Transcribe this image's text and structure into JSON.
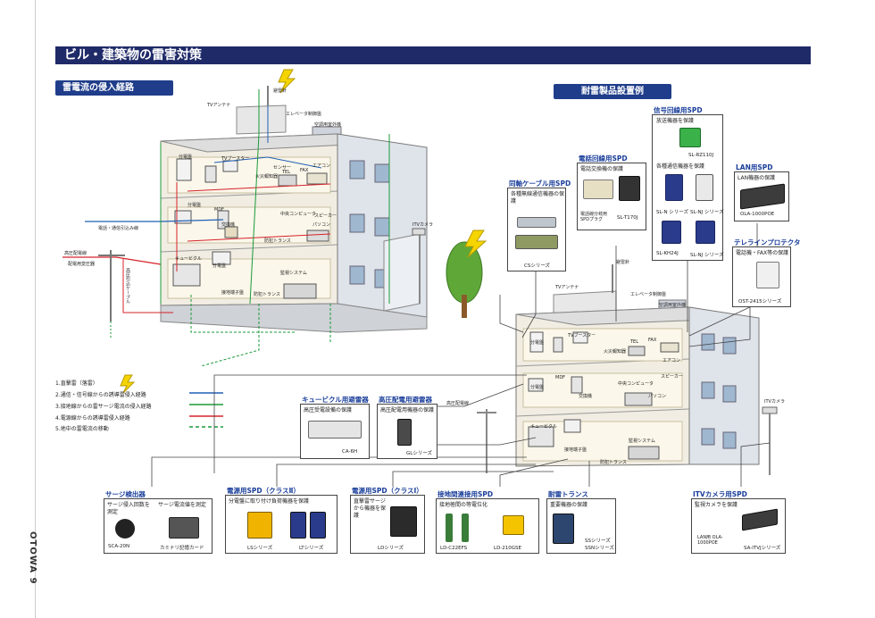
{
  "title": "ビル・建築物の雷害対策",
  "spine": "OTOWA  9",
  "sections": {
    "left": "雷電流の侵入経路",
    "right": "耐雷製品設置例"
  },
  "legend": [
    "1.直撃雷（落雷）",
    "2.通信・信号線からの誘導雷侵入経路",
    "3.接地線からの雷サージ電流の侵入経路",
    "4.電源線からの誘導雷侵入経路",
    "5.地中の雷電流の移動"
  ],
  "building_labels": {
    "tv_antenna": "TVアンテナ",
    "lightning_rod": "避雷針",
    "elevator": "エレベータ制御盤",
    "aircon_outdoor": "空調用室外機",
    "switchboard": "分電盤",
    "tv_booster": "TVブースター",
    "sensor": "センサー",
    "fire_alarm": "火災報知器",
    "tel": "TEL",
    "fax": "FAX",
    "aircon": "エアコン",
    "mdf": "MDF",
    "exchange": "交換機",
    "pc": "中央コンピュータ",
    "speaker": "スピーカー",
    "laptop": "パソコン",
    "monitor_room": "監視システム",
    "cubicle": "キュービクル",
    "ground_terminal": "接地端子盤",
    "itv": "ITVカメラ",
    "signal_wire": "電話・通信引込み線",
    "hv_line": "高圧配電線",
    "hv_cable": "高圧引込ケーブル",
    "distribution": "配電用変圧器",
    "security": "防犯トランス",
    "hv_distribution": "高圧配電線"
  },
  "products": {
    "coax": {
      "title": "同軸ケーブル用SPD",
      "desc": "各種無線通信機器の保護",
      "caption": "CSシリーズ"
    },
    "phone": {
      "title": "電話回線用SPD",
      "desc": "電話交換機の保護",
      "caption1": "電話線分岐用SPDプラグ",
      "caption2": "SL-T170J"
    },
    "signal": {
      "title": "信号回線用SPD",
      "desc1": "放送機器を保護",
      "desc2": "各種通信機器を保護",
      "c1": "SL-RZ110J",
      "c2": "SL-N シリーズ",
      "c3": "SL-NJ シリーズ",
      "c4": "SL-KH24J",
      "c5": "SL-NJ シリーズ"
    },
    "lan": {
      "title": "LAN用SPD",
      "desc": "LAN機器の保護",
      "caption": "OLA-1000POE"
    },
    "teleline": {
      "title": "テレラインプロテクタ",
      "desc": "電話機・FAX等の保護",
      "caption": "OST-2415シリーズ"
    },
    "cubicle": {
      "title": "キュービクル用避雷器",
      "desc": "高圧受電設備の保護",
      "caption": "CA-6H"
    },
    "hv": {
      "title": "高圧配電用避雷器",
      "desc": "高圧配電用機器の保護",
      "caption": "GLシリーズ"
    },
    "surge": {
      "title": "サージ検出器",
      "desc1": "サージ侵入回数を測定",
      "desc2": "サージ電流値を測定",
      "c1": "SCA-20N",
      "c2": "カミナリ記憶カード"
    },
    "power2": {
      "title": "電源用SPD（クラスⅡ）",
      "desc": "分電盤に取り付け負荷機器を保護",
      "c1": "LSシリーズ",
      "c2": "LTシリーズ"
    },
    "power1": {
      "title": "電源用SPD（クラスⅠ）",
      "desc": "直撃雷サージから機器を保護",
      "caption": "LDシリーズ"
    },
    "ground": {
      "title": "接地間連接用SPD",
      "desc": "接地極間の等電位化",
      "c1": "LD-C22EFS",
      "c2": "LD-210GSE"
    },
    "trans": {
      "title": "耐雷トランス",
      "desc": "重要機器の保護",
      "c1": "SSシリーズ",
      "c2": "SSNシリーズ"
    },
    "itv": {
      "title": "ITVカメラ用SPD",
      "desc": "監視カメラを保護",
      "c1": "LAN用 OLA-1000POE",
      "c2": "SA-ITVJシリーズ"
    }
  },
  "colors": {
    "navy": "#1f2a68",
    "section": "#1f3d8a",
    "title_blue": "#1a3e9a",
    "red_line": "#d6232a",
    "green_line": "#1a9b3a",
    "blue_line": "#2160b5",
    "bolt": "#f5d400"
  }
}
